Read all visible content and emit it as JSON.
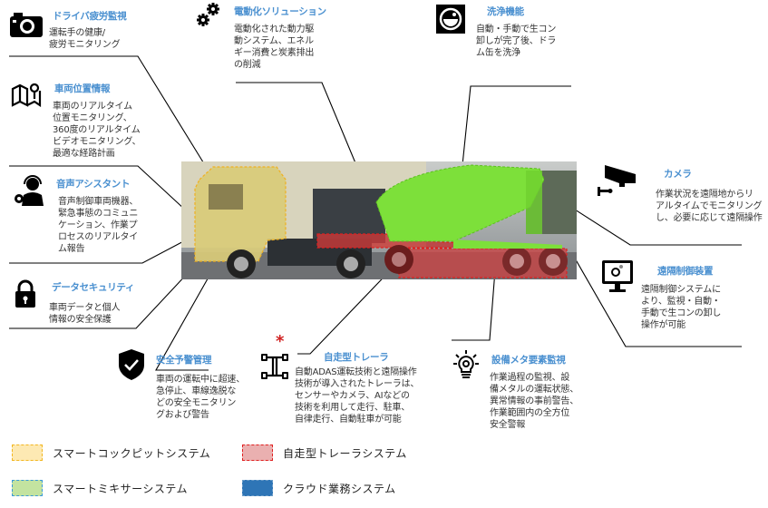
{
  "features": {
    "driver_fatigue": {
      "title": "ドライバ疲労監視",
      "desc": "運転手の健康/\n疲労モニタリング",
      "icon": "camera-icon"
    },
    "vehicle_location": {
      "title": "車両位置情報",
      "desc": "車両のリアルタイム\n位置モニタリング、\n360度のリアルタイム\nビデオモニタリング、\n最適な経路計画",
      "icon": "map-pin-icon"
    },
    "voice_assistant": {
      "title": "音声アシスタント",
      "desc": "音声制御車両機器、\n緊急事態のコミュニ\nケーション、作業プ\nロセスのリアルタイ\nム報告",
      "icon": "headset-operator-icon"
    },
    "data_security": {
      "title": "データセキュリティ",
      "desc": "車両データと個人\n情報の安全保護",
      "icon": "lock-icon"
    },
    "electrification": {
      "title": "電動化ソリューション",
      "desc": "電動化された動力駆\n動システム、エネル\nギー消費と炭素排出\nの削減",
      "icon": "gears-icon"
    },
    "washing": {
      "title": "洗浄機能",
      "desc": "自動・手動で生コン\n卸しが完了後、ドラ\nム缶を洗浄",
      "icon": "drum-wash-icon"
    },
    "camera": {
      "title": "カメラ",
      "desc": "作業状況を遠隔地からリ\nアルタイムでモニタリング\nし、必要に応じて遠隔操作",
      "icon": "cctv-camera-icon"
    },
    "remote_control": {
      "title": "遠隔制御装置",
      "desc": "遠隔制御システムに\nより、監視・自動・\n手動で生コンの卸し\n操作が可能",
      "icon": "monitor-gear-icon"
    },
    "safety_warning": {
      "title": "安全予警管理",
      "desc": "車両の運転中に超速、\n急停止、車線逸脱な\nどの安全モニタリン\nグおよび警告",
      "icon": "shield-check-icon"
    },
    "autonomous_trailer": {
      "title": "自走型トレーラ",
      "desc": "自動ADAS運転技術と遠隔操作\n技術が導入されたトレーラは、\nセンサーやカメラ、AIなどの\n技術を利用して走行、駐車、\n自律走行、自動駐車が可能",
      "icon": "axle-chassis-icon",
      "marker": "*"
    },
    "equipment_monitor": {
      "title": "設備メタ要素監視",
      "desc": "作業過程の監視、設\n備メタルの運転状態、\n異常情報の事前警告、\n作業範囲内の全方位\n安全警報",
      "icon": "lightbulb-gear-icon"
    }
  },
  "legend": [
    {
      "label": "スマートコックピットシステム",
      "fill": "#fde9b3",
      "border": "#f2b620"
    },
    {
      "label": "自走型トレーラシステム",
      "fill": "#eab0b0",
      "border": "#e02020"
    },
    {
      "label": "スマートミキサーシステム",
      "fill": "#c3e3a0",
      "border": "#3a9ad8"
    },
    {
      "label": "クラウド業務システム",
      "fill": "#2e75b6",
      "border": "#6a9cc8"
    }
  ],
  "colors": {
    "title": "#4a90d0",
    "cockpit": "#e8d470",
    "mixer": "#7de03a",
    "trailer": "#d42a2a"
  }
}
